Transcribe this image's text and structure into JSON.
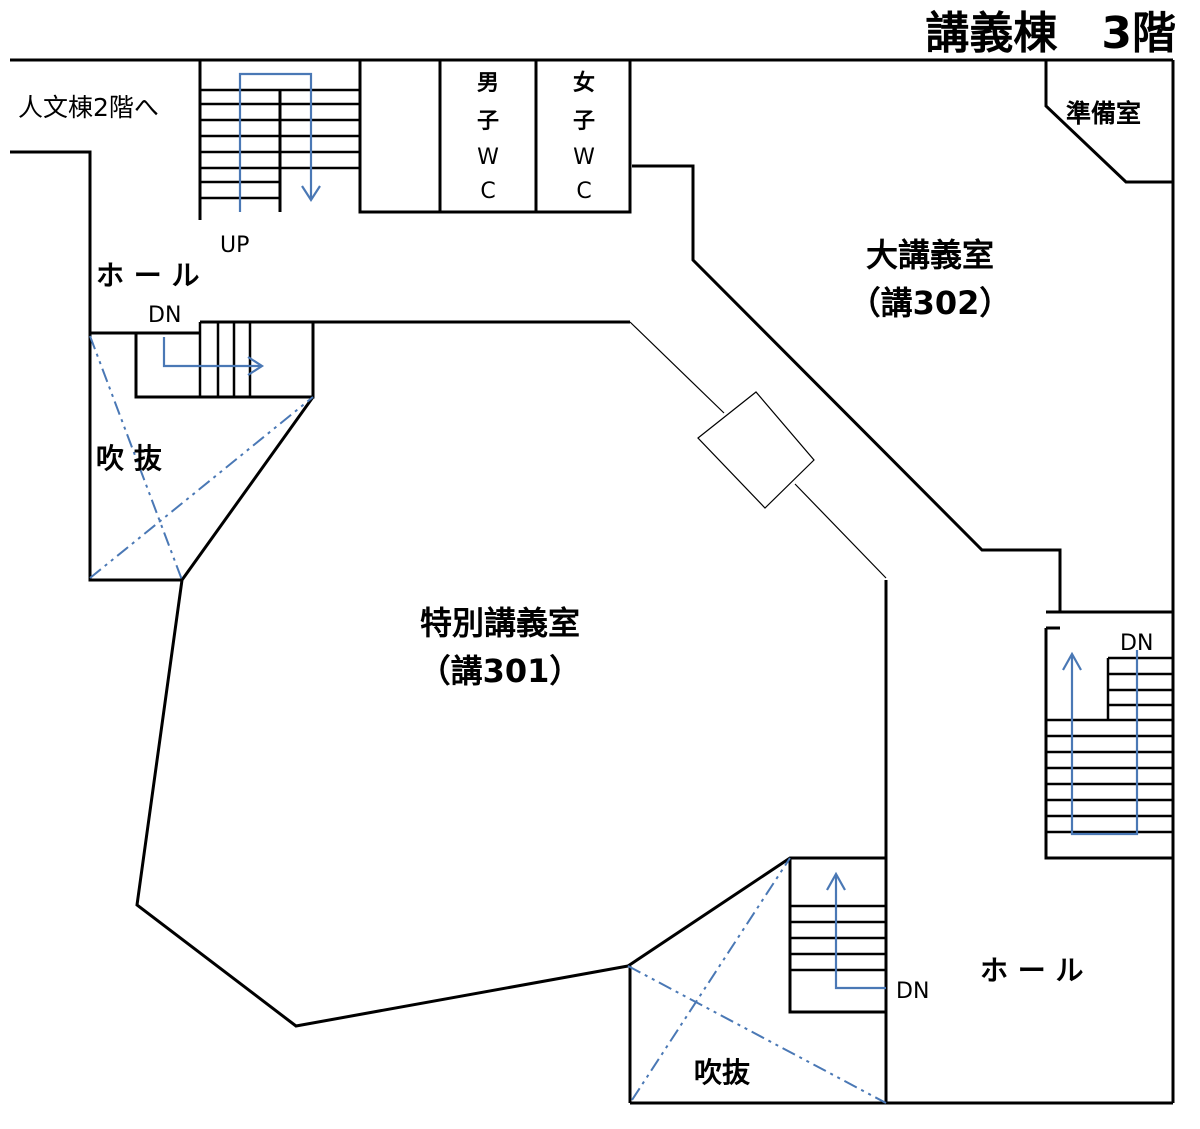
{
  "title": "講義棟　3階",
  "labels": {
    "to_humanities": "人文棟2階へ",
    "hall_upper": "ホ ー ル",
    "hall_lower": "ホ ー ル",
    "up": "UP",
    "dn_upper_left": "DN",
    "dn_right": "DN",
    "dn_bottom": "DN",
    "void_left": "吹 抜",
    "void_bottom": "吹抜",
    "prep_room": "準備室",
    "wc_men": [
      "男",
      "子",
      "W",
      "C"
    ],
    "wc_women": [
      "女",
      "子",
      "W",
      "C"
    ],
    "lecture_hall_name": "大講義室",
    "lecture_hall_number": "（講302）",
    "special_room_name": "特別講義室",
    "special_room_number": "（講301）"
  },
  "colors": {
    "walls": "#000000",
    "arrows": "#4a78b5"
  }
}
